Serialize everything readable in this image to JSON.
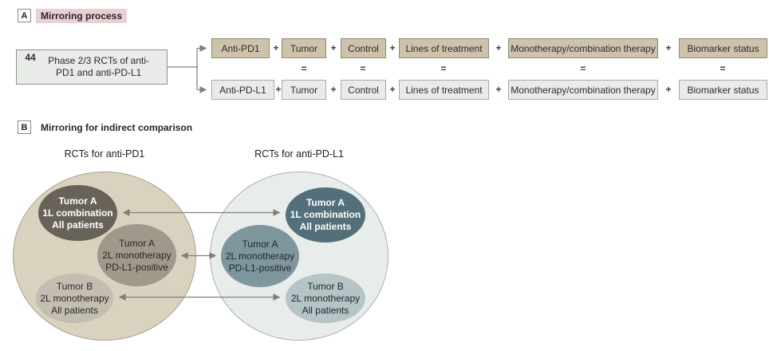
{
  "panel_a": {
    "label": "A",
    "title": "Mirroring process",
    "source_count": "44",
    "source_label": "Phase 2/3 RCTs of anti-PD1 and anti-PD-L1",
    "operator_plus": "+",
    "operator_equals": "=",
    "top_row": {
      "drug": "Anti-PD1",
      "factors": [
        "Tumor",
        "Control",
        "Lines of treatment",
        "Monotherapy/combination therapy",
        "Biomarker status"
      ]
    },
    "bottom_row": {
      "drug": "Anti-PD-L1",
      "factors": [
        "Tumor",
        "Control",
        "Lines of treatment",
        "Monotherapy/combination therapy",
        "Biomarker status"
      ]
    }
  },
  "panel_b": {
    "label": "B",
    "title": "Mirroring for indirect comparison",
    "left_circle": {
      "title": "RCTs for anti-PD1",
      "ellipses": [
        "Tumor A\n1L combination\nAll patients",
        "Tumor A\n2L monotherapy\nPD-L1-positive",
        "Tumor B\n2L monotherapy\nAll patients"
      ]
    },
    "right_circle": {
      "title": "RCTs for anti-PD-L1",
      "ellipses": [
        "Tumor A\n1L combination\nAll patients",
        "Tumor A\n2L monotherapy\nPD-L1-positive",
        "Tumor B\n2L monotherapy\nAll patients"
      ]
    }
  },
  "colors": {
    "panel_title_highlight": "#eccfd3",
    "anti_pd1_box": "#cdc3ab",
    "anti_pdl1_box": "#e9ebe8",
    "left_circle_fill": "#d9d2bf",
    "right_circle_fill": "#e8eceb",
    "left_ellipse_dark": "#696259",
    "left_ellipse_mid": "#a0988a",
    "left_ellipse_light": "#c4beb2",
    "right_ellipse_dark": "#53707a",
    "right_ellipse_mid": "#7e979c",
    "right_ellipse_light": "#b5c4c6",
    "arrow": "#7f7f7f"
  }
}
